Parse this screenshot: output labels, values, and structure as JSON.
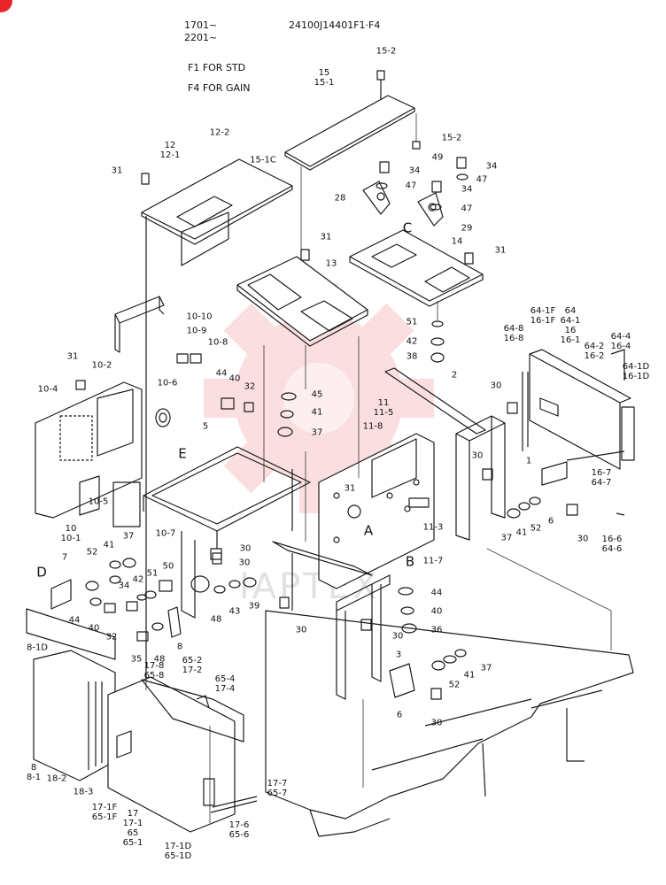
{
  "header": {
    "serial_lines": [
      "1701~",
      "2201~"
    ],
    "part_code": "24100J14401F1·F4",
    "notes": [
      "F1 FOR STD",
      "F4 FOR GAIN"
    ]
  },
  "watermark": "IAPTEX",
  "colors": {
    "line": "#1a1a1a",
    "watermark": "#e8252b",
    "corner_badge": "#e8252b"
  },
  "callouts": [
    {
      "id": "c-15-2-top",
      "text": "15-2"
    },
    {
      "id": "c-15",
      "text": "15\n15-1"
    },
    {
      "id": "c-12",
      "text": "12\n12-1"
    },
    {
      "id": "c-12-2",
      "text": "12-2"
    },
    {
      "id": "c-31-a",
      "text": "31"
    },
    {
      "id": "c-15-1c",
      "text": "15-1C"
    },
    {
      "id": "c-15-2-mid",
      "text": "15-2"
    },
    {
      "id": "c-49",
      "text": "49"
    },
    {
      "id": "c-34-a",
      "text": "34"
    },
    {
      "id": "c-34-b",
      "text": "34"
    },
    {
      "id": "c-47-a",
      "text": "47"
    },
    {
      "id": "c-34-c",
      "text": "34"
    },
    {
      "id": "c-47-b",
      "text": "47"
    },
    {
      "id": "c-28",
      "text": "28"
    },
    {
      "id": "c-47-c",
      "text": "47"
    },
    {
      "id": "c-C",
      "text": "C"
    },
    {
      "id": "c-29",
      "text": "29"
    },
    {
      "id": "c-31-b",
      "text": "31"
    },
    {
      "id": "c-14",
      "text": "14"
    },
    {
      "id": "c-31-c",
      "text": "31"
    },
    {
      "id": "c-13",
      "text": "13"
    },
    {
      "id": "c-10-10",
      "text": "10-10"
    },
    {
      "id": "c-10-9",
      "text": "10-9"
    },
    {
      "id": "c-10-8",
      "text": "10-8"
    },
    {
      "id": "c-51-a",
      "text": "51"
    },
    {
      "id": "c-42-a",
      "text": "42"
    },
    {
      "id": "c-38",
      "text": "38"
    },
    {
      "id": "c-64-1f",
      "text": "64-1F\n16-1F"
    },
    {
      "id": "c-64",
      "text": "64\n64-1\n16\n16-1"
    },
    {
      "id": "c-64-8",
      "text": "64-8\n16-8"
    },
    {
      "id": "c-64-2",
      "text": "64-2\n16-2"
    },
    {
      "id": "c-64-4",
      "text": "64-4\n16-4"
    },
    {
      "id": "c-64-1d",
      "text": "64-1D\n16-1D"
    },
    {
      "id": "c-31-d",
      "text": "31"
    },
    {
      "id": "c-10-2",
      "text": "10-2"
    },
    {
      "id": "c-10-6",
      "text": "10-6"
    },
    {
      "id": "c-44-a",
      "text": "44"
    },
    {
      "id": "c-40-a",
      "text": "40"
    },
    {
      "id": "c-32-a",
      "text": "32"
    },
    {
      "id": "c-45",
      "text": "45"
    },
    {
      "id": "c-41-a",
      "text": "41"
    },
    {
      "id": "c-37-a",
      "text": "37"
    },
    {
      "id": "c-2",
      "text": "2"
    },
    {
      "id": "c-30-a",
      "text": "30"
    },
    {
      "id": "c-10-4",
      "text": "10-4"
    },
    {
      "id": "c-5",
      "text": "5"
    },
    {
      "id": "c-11",
      "text": "11\n11-5"
    },
    {
      "id": "c-11-8",
      "text": "11-8"
    },
    {
      "id": "c-E",
      "text": "E"
    },
    {
      "id": "c-1",
      "text": "1"
    },
    {
      "id": "c-30-b",
      "text": "30"
    },
    {
      "id": "c-31-e",
      "text": "31"
    },
    {
      "id": "c-10-5",
      "text": "10-5"
    },
    {
      "id": "c-10",
      "text": "10\n10-1"
    },
    {
      "id": "c-10-7",
      "text": "10-7"
    },
    {
      "id": "c-A",
      "text": "A"
    },
    {
      "id": "c-11-3",
      "text": "11-3"
    },
    {
      "id": "c-16-7",
      "text": "16-7\n64-7"
    },
    {
      "id": "c-37-b",
      "text": "37"
    },
    {
      "id": "c-41-b",
      "text": "41"
    },
    {
      "id": "c-52-a",
      "text": "52"
    },
    {
      "id": "c-6-a",
      "text": "6"
    },
    {
      "id": "c-30-c",
      "text": "30"
    },
    {
      "id": "c-16-6",
      "text": "16-6\n64-6"
    },
    {
      "id": "c-7",
      "text": "7"
    },
    {
      "id": "c-52-b",
      "text": "52"
    },
    {
      "id": "c-41-c",
      "text": "41"
    },
    {
      "id": "c-37-c",
      "text": "37"
    },
    {
      "id": "c-30-d",
      "text": "30"
    },
    {
      "id": "c-11-7",
      "text": "11-7"
    },
    {
      "id": "c-B",
      "text": "B"
    },
    {
      "id": "c-D",
      "text": "D"
    },
    {
      "id": "c-50",
      "text": "50"
    },
    {
      "id": "c-51-b",
      "text": "51"
    },
    {
      "id": "c-42-b",
      "text": "42"
    },
    {
      "id": "c-34-d",
      "text": "34"
    },
    {
      "id": "c-44-b",
      "text": "44"
    },
    {
      "id": "c-40-b",
      "text": "40"
    },
    {
      "id": "c-32-b",
      "text": "32"
    },
    {
      "id": "c-48-a",
      "text": "48"
    },
    {
      "id": "c-43",
      "text": "43"
    },
    {
      "id": "c-39",
      "text": "39"
    },
    {
      "id": "c-44-c",
      "text": "44"
    },
    {
      "id": "c-40-c",
      "text": "40"
    },
    {
      "id": "c-30-e",
      "text": "30"
    },
    {
      "id": "c-36",
      "text": "36"
    },
    {
      "id": "c-30-f",
      "text": "30"
    },
    {
      "id": "c-30-g",
      "text": "30"
    },
    {
      "id": "c-35",
      "text": "35"
    },
    {
      "id": "c-48-b",
      "text": "48"
    },
    {
      "id": "c-8-a",
      "text": "8"
    },
    {
      "id": "c-3",
      "text": "3"
    },
    {
      "id": "c-8-1d",
      "text": "8-1D"
    },
    {
      "id": "c-17-8",
      "text": "17-8\n65-8"
    },
    {
      "id": "c-65-2",
      "text": "65-2\n17-2"
    },
    {
      "id": "c-65-4",
      "text": "65-4\n17-4"
    },
    {
      "id": "c-52-c",
      "text": "52"
    },
    {
      "id": "c-41-d",
      "text": "41"
    },
    {
      "id": "c-37-d",
      "text": "37"
    },
    {
      "id": "c-6-b",
      "text": "6"
    },
    {
      "id": "c-30-h",
      "text": "30"
    },
    {
      "id": "c-8-b",
      "text": "8\n8-1"
    },
    {
      "id": "c-18-2",
      "text": "18-2"
    },
    {
      "id": "c-18-3",
      "text": "18-3"
    },
    {
      "id": "c-17-1f",
      "text": "17-1F\n65-1F"
    },
    {
      "id": "c-17",
      "text": "17\n17-1\n65\n65-1"
    },
    {
      "id": "c-17-1d",
      "text": "17-1D\n65-1D"
    },
    {
      "id": "c-17-7",
      "text": "17-7\n65-7"
    },
    {
      "id": "c-17-6",
      "text": "17-6\n65-6"
    }
  ]
}
